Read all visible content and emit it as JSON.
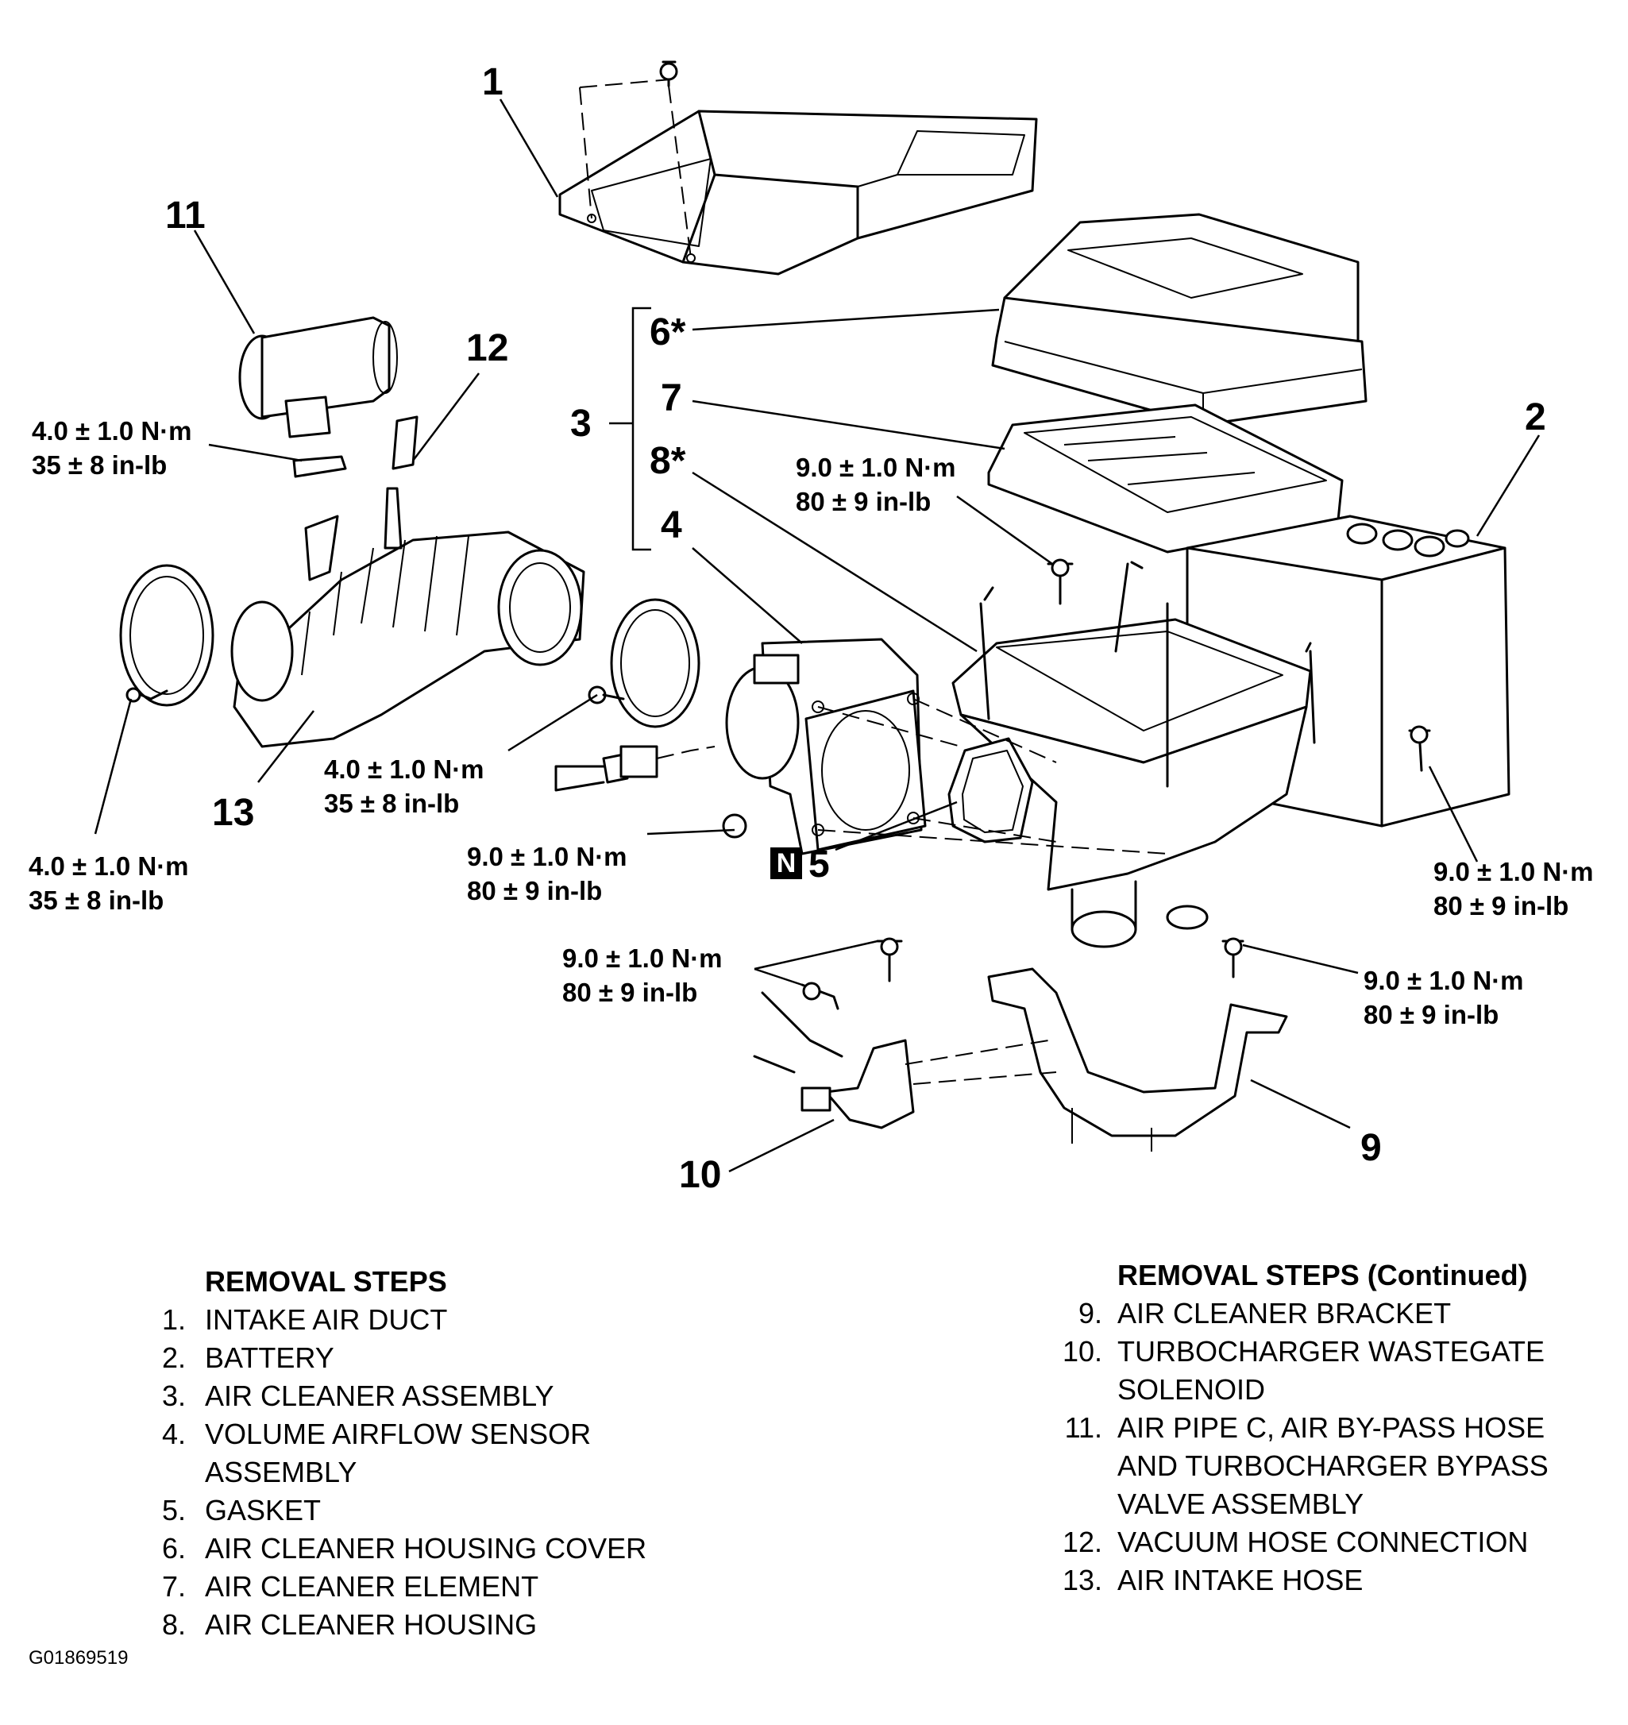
{
  "callouts": {
    "c1": "1",
    "c2": "2",
    "c3": "3",
    "c4": "4",
    "c5": "5",
    "c6": "6*",
    "c7": "7",
    "c8": "8*",
    "c9": "9",
    "c10": "10",
    "c11": "11",
    "c12": "12",
    "c13": "13",
    "n_badge": "N"
  },
  "torques": {
    "t11_nm": "4.0 ± 1.0 N·m",
    "t11_inlb": "35 ± 8 in-lb",
    "tleft_nm": "4.0 ± 1.0 N·m",
    "tleft_inlb": "35 ± 8 in-lb",
    "tclamp_nm": "4.0 ± 1.0 N·m",
    "tclamp_inlb": "35 ± 8 in-lb",
    "tcase_nm": "9.0 ± 1.0 N·m",
    "tcase_inlb": "80 ± 9 in-lb",
    "tsensor_nm": "9.0 ± 1.0 N·m",
    "tsensor_inlb": "80 ± 9 in-lb",
    "tright_nm": "9.0 ± 1.0 N·m",
    "tright_inlb": "80 ± 9 in-lb",
    "tbracketl_nm": "9.0 ± 1.0 N·m",
    "tbracketl_inlb": "80 ± 9 in-lb",
    "tbracketr_nm": "9.0 ± 1.0 N·m",
    "tbracketr_inlb": "80 ± 9 in-lb"
  },
  "removal_steps": {
    "title": "REMOVAL STEPS",
    "items": [
      {
        "num": "1.",
        "text": "INTAKE AIR DUCT"
      },
      {
        "num": "2.",
        "text": "BATTERY"
      },
      {
        "num": "3.",
        "text": "AIR CLEANER ASSEMBLY"
      },
      {
        "num": "4.",
        "text": "VOLUME AIRFLOW SENSOR\nASSEMBLY"
      },
      {
        "num": "5.",
        "text": "GASKET"
      },
      {
        "num": "6.",
        "text": "AIR CLEANER HOUSING COVER"
      },
      {
        "num": "7.",
        "text": "AIR CLEANER ELEMENT"
      },
      {
        "num": "8.",
        "text": "AIR CLEANER HOUSING"
      }
    ]
  },
  "removal_steps_continued": {
    "title": "REMOVAL STEPS (Continued)",
    "items": [
      {
        "num": "9.",
        "text": "AIR CLEANER BRACKET"
      },
      {
        "num": "10.",
        "text": "TURBOCHARGER WASTEGATE\nSOLENOID"
      },
      {
        "num": "11.",
        "text": "AIR PIPE C, AIR BY-PASS HOSE\nAND TURBOCHARGER BYPASS\nVALVE ASSEMBLY"
      },
      {
        "num": "12.",
        "text": "VACUUM HOSE CONNECTION"
      },
      {
        "num": "13.",
        "text": "AIR INTAKE HOSE"
      }
    ]
  },
  "figure_id": "G01869519"
}
